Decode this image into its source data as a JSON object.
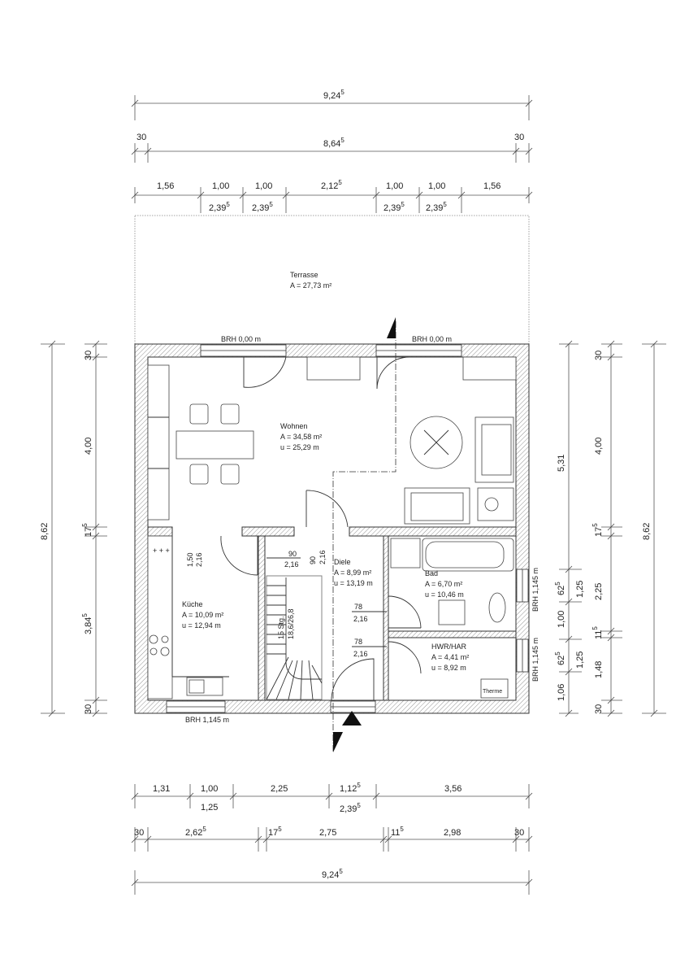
{
  "top_dims": {
    "overall": {
      "v": "9,24",
      "s": "5"
    },
    "edge_left": "30",
    "inner": {
      "v": "8,64",
      "s": "5"
    },
    "edge_right": "30",
    "row3": [
      "1,56",
      "1,00",
      "1,00",
      "2,12",
      "1,00",
      "1,00",
      "1,56"
    ],
    "row3_mid_sup": "5",
    "row3_below": [
      "2,39",
      "2,39",
      "2,39",
      "2,39"
    ],
    "row3_below_sup": "5"
  },
  "terrace": {
    "name": "Terrasse",
    "area": "A = 27,73 m²"
  },
  "brh_top_left": "BRH 0,00 m",
  "brh_top_right": "BRH 0,00 m",
  "brh_bottom": "BRH 1,145 m",
  "brh_right_upper": "BRH 1,145 m",
  "brh_right_lower": "BRH 1,145 m",
  "rooms": {
    "wohnen": {
      "name": "Wohnen",
      "area": "A = 34,58 m²",
      "perimeter": "u = 25,29 m"
    },
    "kueche": {
      "name": "Küche",
      "area": "A = 10,09 m²",
      "perimeter": "u = 12,94 m"
    },
    "diele": {
      "name": "Diele",
      "area": "A = 8,99 m²",
      "perimeter": "u = 13,19 m"
    },
    "bad": {
      "name": "Bad",
      "area": "A = 6,70 m²",
      "perimeter": "u = 10,46 m"
    },
    "hwr": {
      "name": "HWR/HAR",
      "area": "A = 4,41 m²",
      "perimeter": "u = 8,92 m"
    }
  },
  "therme": "Therme",
  "doors": {
    "kueche": {
      "w": "1,50",
      "h": "2,16"
    },
    "stair": {
      "w": "90",
      "h": "2,16"
    },
    "diele": {
      "w": "90",
      "h": "2,16"
    },
    "bad": {
      "w": "78",
      "h": "2,16"
    },
    "hwr": {
      "w": "78",
      "h": "2,16"
    }
  },
  "stair": {
    "steps": "15 Stg.",
    "ratio": "18,6/26,8"
  },
  "left_dims": {
    "overall": "8,62",
    "parts": [
      "30",
      "4,00",
      "17",
      "3,84",
      "30"
    ],
    "sup": "5"
  },
  "right_dims": {
    "col1": [
      "5,31",
      "62",
      "1,00",
      "62",
      "1,06"
    ],
    "col1_sup": "5",
    "col2": [
      "1,25",
      "1,25"
    ],
    "col3": [
      "30",
      "4,00",
      "17",
      "2,25",
      "11",
      "1,48",
      "30"
    ],
    "col3_sup": "5",
    "overall": "8,62"
  },
  "bottom_dims": {
    "row1": [
      "1,31",
      "1,00",
      "2,25",
      "1,12",
      "3,56"
    ],
    "row1_below": [
      "1,25",
      "2,39"
    ],
    "sup": "5",
    "row2": [
      "30",
      "2,62",
      "17",
      "2,75",
      "11",
      "2,98",
      "30"
    ],
    "overall": {
      "v": "9,24",
      "s": "5"
    }
  }
}
